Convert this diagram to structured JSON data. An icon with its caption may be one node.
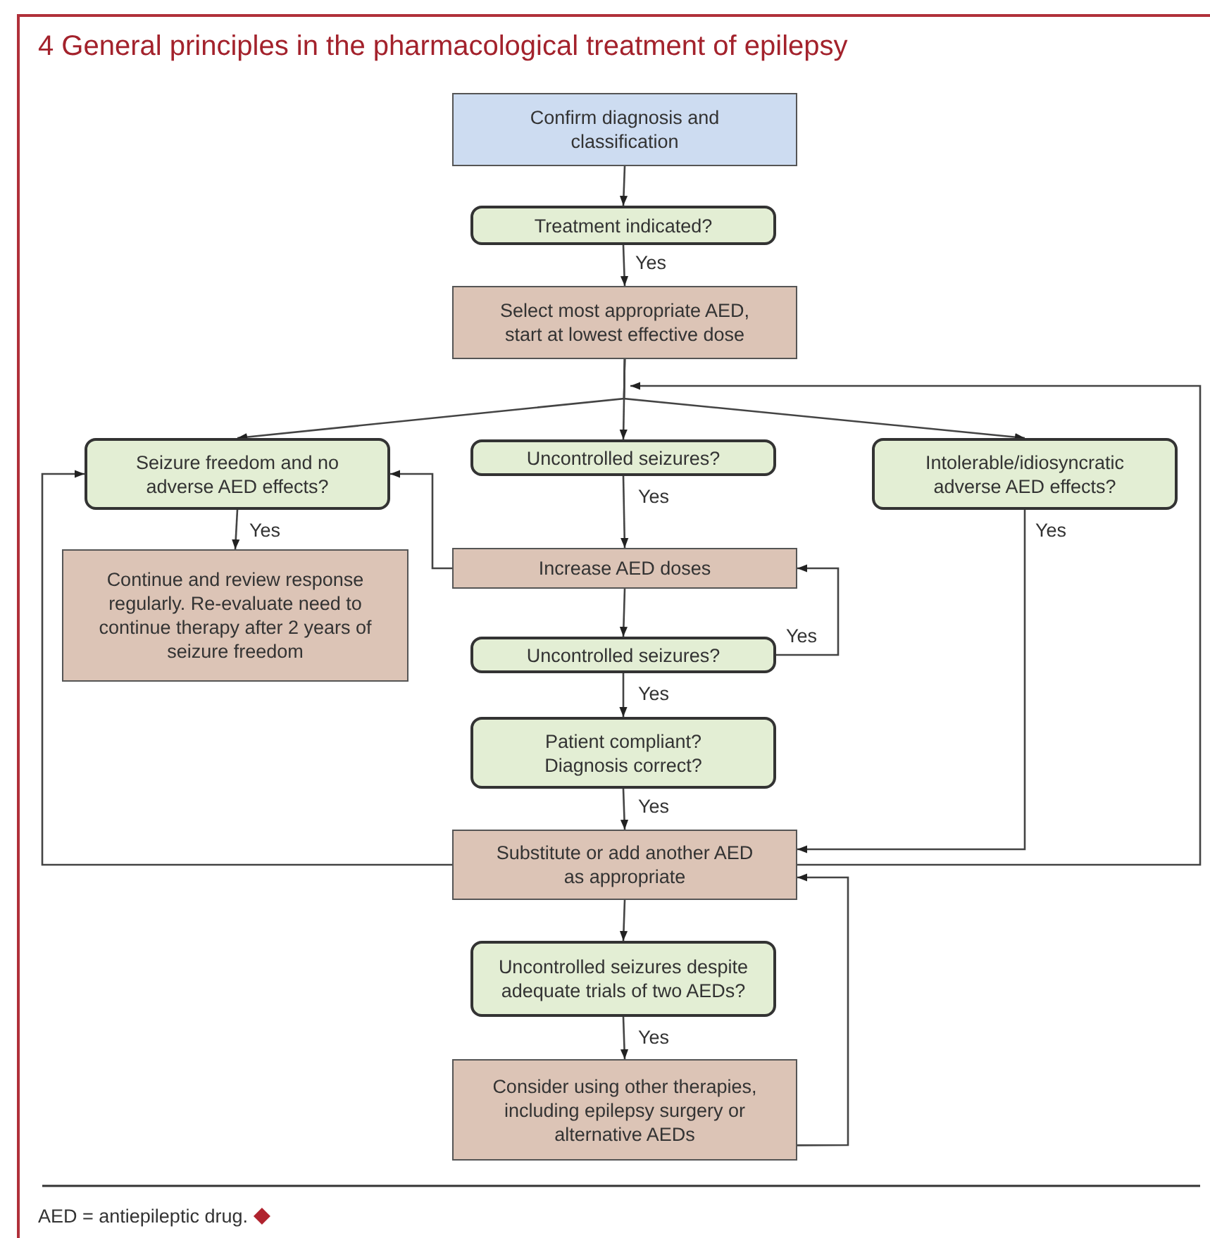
{
  "diagram": {
    "title": "4 General principles in the pharmacological treatment of epilepsy",
    "nodes": [
      {
        "text": [
          "Confirm diagnosis and classification"
        ]
      },
      {
        "text": [
          "Treatment indicated?"
        ]
      },
      {
        "text": [
          "Select most appropriate AED, start at lowest effective dose"
        ]
      },
      {
        "text": [
          "Seizure freedom and no adverse AED effects?"
        ]
      },
      {
        "text": [
          "Uncontrolled seizures?"
        ]
      },
      {
        "text": [
          "Intolerable/idiosyncratic adverse AED effects?"
        ]
      },
      {
        "text": [
          "Continue and review response regularly. Re-evaluate need to continue therapy after 2 years of seizure freedom"
        ]
      },
      {
        "text": [
          "Increase AED doses"
        ]
      },
      {
        "text": [
          "Uncontrolled seizures?"
        ]
      },
      {
        "text": [
          "Patient compliant? Diagnosis correct?"
        ]
      },
      {
        "text": [
          "Substitute or add another AED as appropriate"
        ]
      },
      {
        "text": [
          "Uncontrolled seizures despite adequate trials of two AEDs?"
        ]
      },
      {
        "text": [
          "Consider using other therapies, including epilepsy surgery or alternative AEDs"
        ]
      }
    ],
    "edges": [
      {
        "from": 0,
        "to": 1,
        "arrow": "to"
      },
      {
        "from": 1,
        "to": 2,
        "arrow": "to",
        "label": "Yes"
      },
      {
        "from": 2,
        "to": 3,
        "arrow": "to"
      },
      {
        "from": 2,
        "to": 4,
        "arrow": "to"
      },
      {
        "from": 2,
        "to": 5,
        "arrow": "to"
      },
      {
        "from": 3,
        "to": 6,
        "arrow": "to",
        "label": "Yes"
      },
      {
        "from": 4,
        "to": 7,
        "arrow": "to",
        "label": "Yes"
      },
      {
        "from": 7,
        "to": 3,
        "arrow": "to"
      },
      {
        "from": 7,
        "to": 8,
        "arrow": "to"
      },
      {
        "from": 8,
        "to": 7,
        "arrow": "to",
        "label": "Yes"
      },
      {
        "from": 8,
        "to": 9,
        "arrow": "to",
        "label": "Yes"
      },
      {
        "from": 9,
        "to": 10,
        "arrow": "to",
        "label": "Yes"
      },
      {
        "from": 5,
        "to": 10,
        "arrow": "to",
        "label": "Yes"
      },
      {
        "from": 10,
        "to": 3,
        "arrow": "to"
      },
      {
        "from": 10,
        "to": 2,
        "arrow": "to"
      },
      {
        "from": 10,
        "to": 11,
        "arrow": "to"
      },
      {
        "from": 11,
        "to": 12,
        "arrow": "to",
        "label": "Yes"
      },
      {
        "from": 12,
        "to": 10,
        "arrow": "to"
      }
    ],
    "labels": [
      "AED = antiepileptic drug."
    ]
  }
}
